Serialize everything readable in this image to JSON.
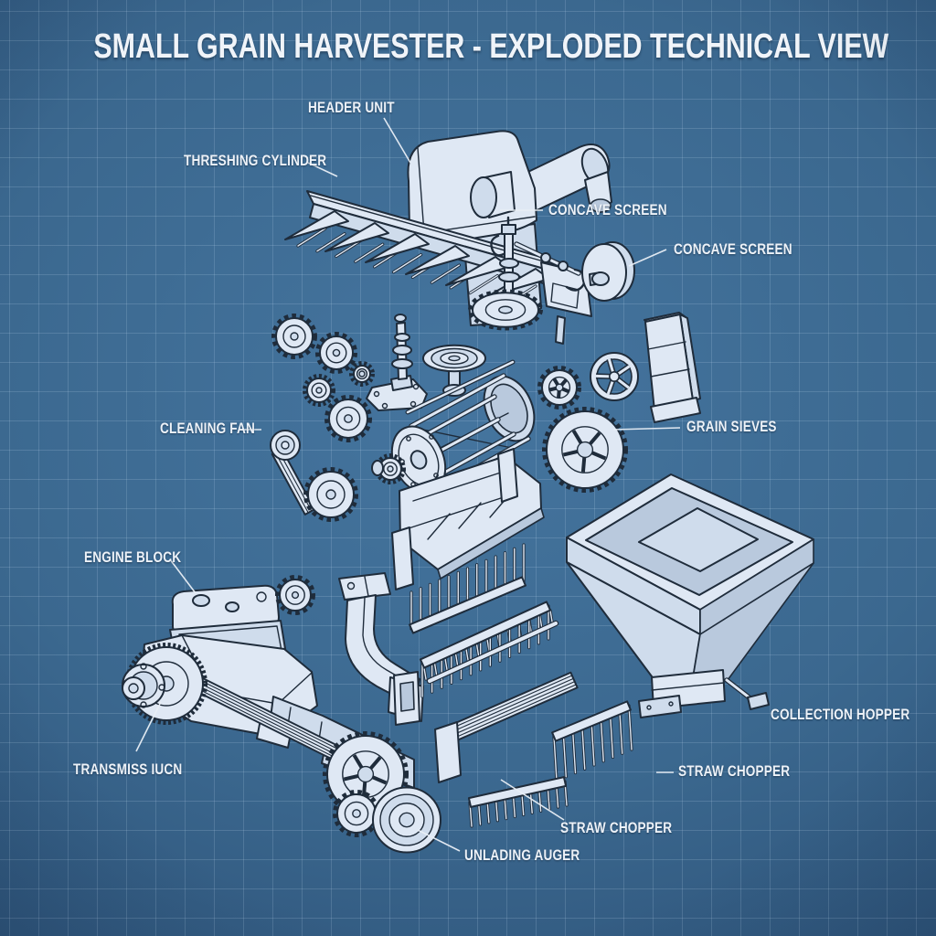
{
  "title": "SMALL GRAIN HARVESTER - EXPLODED TECHNICAL VIEW",
  "colors": {
    "background_center": "#45759F",
    "background_edge": "#254766",
    "grid_line": "#7FA6C9",
    "line_art": "#1F2C3B",
    "part_fill": "#DFE8F4",
    "label_text": "#EDF2F8"
  },
  "labels": [
    {
      "id": "header-unit",
      "text": "HEADER UNIT"
    },
    {
      "id": "threshing-cylinder",
      "text": "THRESHING CYLINDER"
    },
    {
      "id": "concave-screen-upper",
      "text": "CONCAVE SCREEN"
    },
    {
      "id": "concave-screen-lower",
      "text": "CONCAVE SCREEN"
    },
    {
      "id": "cleaning-fan",
      "text": "CLEANING FAN"
    },
    {
      "id": "grain-sieves",
      "text": "GRAIN SIEVES"
    },
    {
      "id": "engine-block",
      "text": "ENGINE BLOCK"
    },
    {
      "id": "transmission",
      "text": "TRANSMISS IUCN"
    },
    {
      "id": "collection-hopper",
      "text": "COLLECTION HOPPER"
    },
    {
      "id": "straw-chopper-right",
      "text": "STRAW CHOPPER"
    },
    {
      "id": "straw-chopper-bottom",
      "text": "STRAW CHOPPER"
    },
    {
      "id": "unloading-auger",
      "text": "UNLADING AUGER"
    }
  ]
}
